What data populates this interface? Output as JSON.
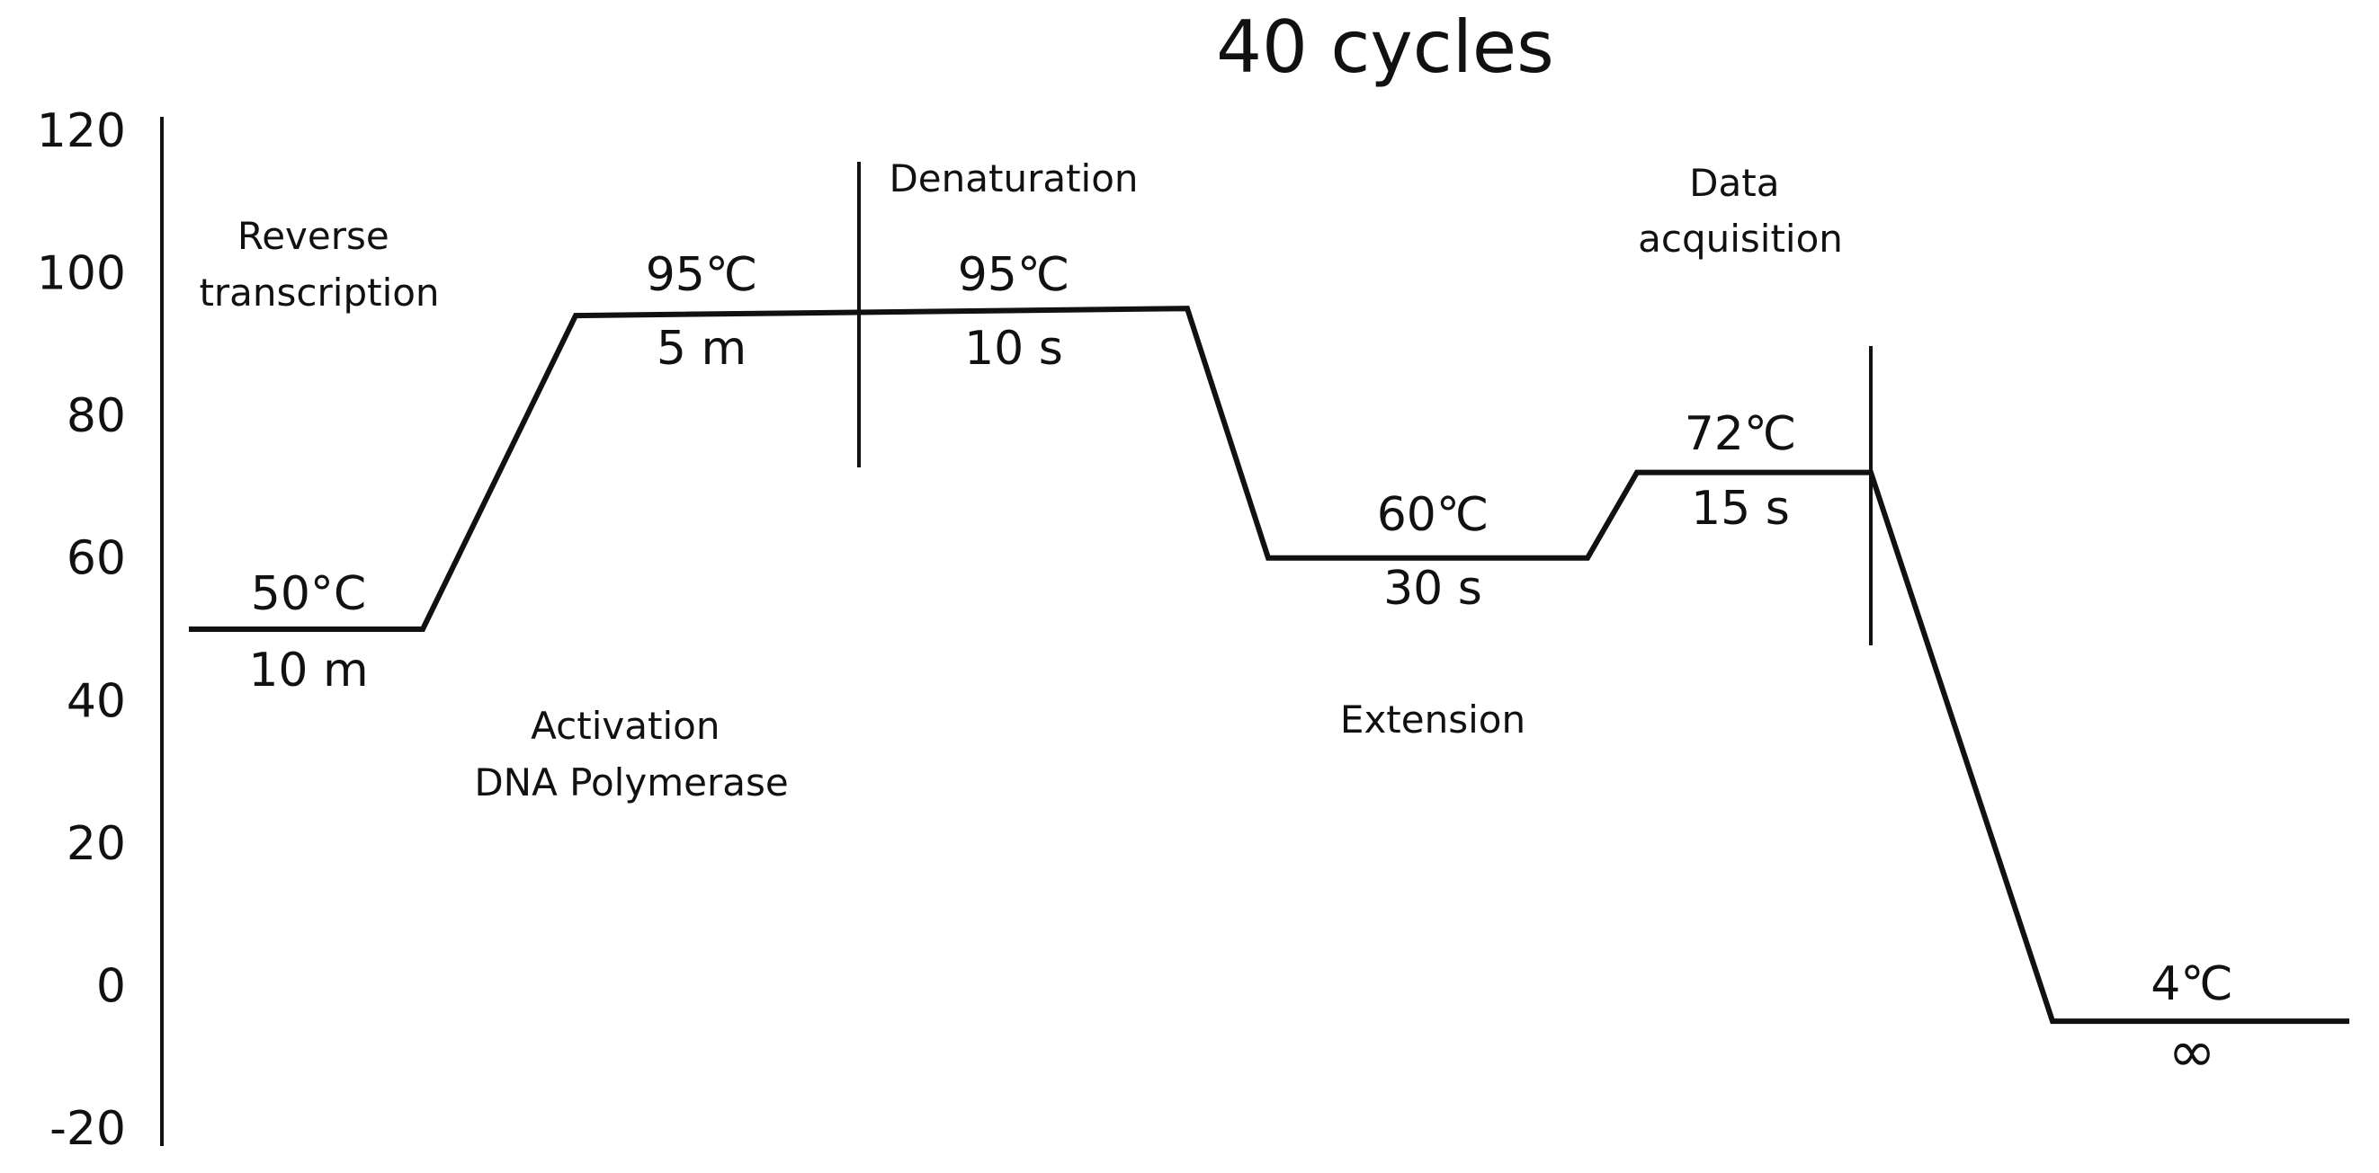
{
  "chart_data": {
    "type": "line",
    "title": "40 cycles",
    "ylim": [
      -20,
      120
    ],
    "yticks": [
      "120",
      "100",
      "80",
      "60",
      "40",
      "20",
      "0",
      "-20"
    ],
    "grid": false,
    "points": [
      {
        "t": 0,
        "y": 50
      },
      {
        "t": 1,
        "y": 50
      },
      {
        "t": 2,
        "y": 94
      },
      {
        "t": 3,
        "y": 95
      },
      {
        "t": 4,
        "y": 60
      },
      {
        "t": 5,
        "y": 60
      },
      {
        "t": 6,
        "y": 72
      },
      {
        "t": 7,
        "y": 72
      },
      {
        "t": 8,
        "y": -5
      },
      {
        "t": 9,
        "y": -5
      }
    ],
    "steps": [
      {
        "temp": "50°C",
        "time": "10 m"
      },
      {
        "temp": "95℃",
        "time": "5 m"
      },
      {
        "temp": "95℃",
        "time": "10 s"
      },
      {
        "temp": "60℃",
        "time": "30 s"
      },
      {
        "temp": "72℃",
        "time": "15 s"
      },
      {
        "temp": "4℃",
        "time": "∞"
      }
    ],
    "annotations": {
      "reverse_transcription": [
        "Reverse",
        "transcription"
      ],
      "activation": [
        "Activation",
        "DNA Polymerase"
      ],
      "denaturation": "Denaturation",
      "data_acquisition": [
        "Data",
        "acquisition"
      ],
      "extension": "Extension"
    }
  },
  "colors": {
    "line": "#111111",
    "background": "#ffffff"
  }
}
